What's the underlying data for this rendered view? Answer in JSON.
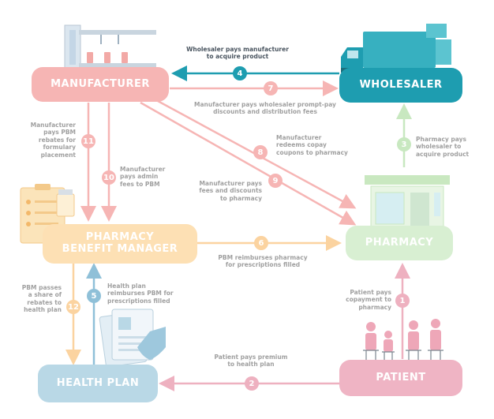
{
  "colors": {
    "manufacturer": "#f6b5b4",
    "wholesaler": "#1e9db0",
    "pbm": "#fde0b4",
    "pharmacy": "#d8efd2",
    "health_plan": "#b9d8e6",
    "patient": "#efb4c4",
    "label_gray": "#a0a0a0",
    "label_dark": "#4a5560"
  },
  "nodes": {
    "manufacturer": "MANUFACTURER",
    "wholesaler": "WHOLESALER",
    "pbm_line1": "PHARMACY",
    "pbm_line2": "BENEFIT MANAGER",
    "pharmacy": "PHARMACY",
    "health_plan": "HEALTH PLAN",
    "patient": "PATIENT"
  },
  "flows": [
    {
      "num": "1",
      "label": "Patient pays copayment to pharmacy"
    },
    {
      "num": "2",
      "label": "Patient pays premium to health plan"
    },
    {
      "num": "3",
      "label": "Pharmacy pays wholesaler to acquire product"
    },
    {
      "num": "4",
      "label": "Wholesaler pays manufacturer to acquire product"
    },
    {
      "num": "5",
      "label": "Health plan reimburses PBM for prescriptions filled"
    },
    {
      "num": "6",
      "label": "PBM reimburses pharmacy for prescriptions filled"
    },
    {
      "num": "7",
      "label": "Manufacturer pays wholesaler prompt-pay discounts and distribution fees"
    },
    {
      "num": "8",
      "label": "Manufacturer redeems copay coupons to pharmacy"
    },
    {
      "num": "9",
      "label": "Manufacturer pays fees and discounts to pharmacy"
    },
    {
      "num": "10",
      "label": "Manufacturer pays admin fees to PBM"
    },
    {
      "num": "11",
      "label": "Manufacturer pays PBM rebates for formulary placement"
    },
    {
      "num": "12",
      "label": "PBM passes a share of rebates to health plan"
    }
  ],
  "label_lines": {
    "f1": [
      "Patient pays",
      "copayment to",
      "pharmacy"
    ],
    "f2": [
      "Patient pays premium",
      "to health plan"
    ],
    "f3": [
      "Pharmacy pays",
      "wholesaler to",
      "acquire product"
    ],
    "f4": [
      "Wholesaler pays manufacturer",
      "to acquire product"
    ],
    "f5": [
      "Health plan",
      "reimburses PBM for",
      "prescriptions filled"
    ],
    "f6": [
      "PBM reimburses pharmacy",
      "for prescriptions filled"
    ],
    "f7": [
      "Manufacturer pays wholesaler prompt-pay",
      "discounts and distribution fees"
    ],
    "f8": [
      "Manufacturer",
      "redeems copay",
      "coupons to pharmacy"
    ],
    "f9": [
      "Manufacturer pays",
      "fees and discounts",
      "to pharmacy"
    ],
    "f10": [
      "Manufacturer",
      "pays admin",
      "fees to PBM"
    ],
    "f11": [
      "Manufacturer",
      "pays PBM",
      "rebates for",
      "formulary",
      "placement"
    ],
    "f12": [
      "PBM passes",
      "a share of",
      "rebates to",
      "health plan"
    ]
  }
}
